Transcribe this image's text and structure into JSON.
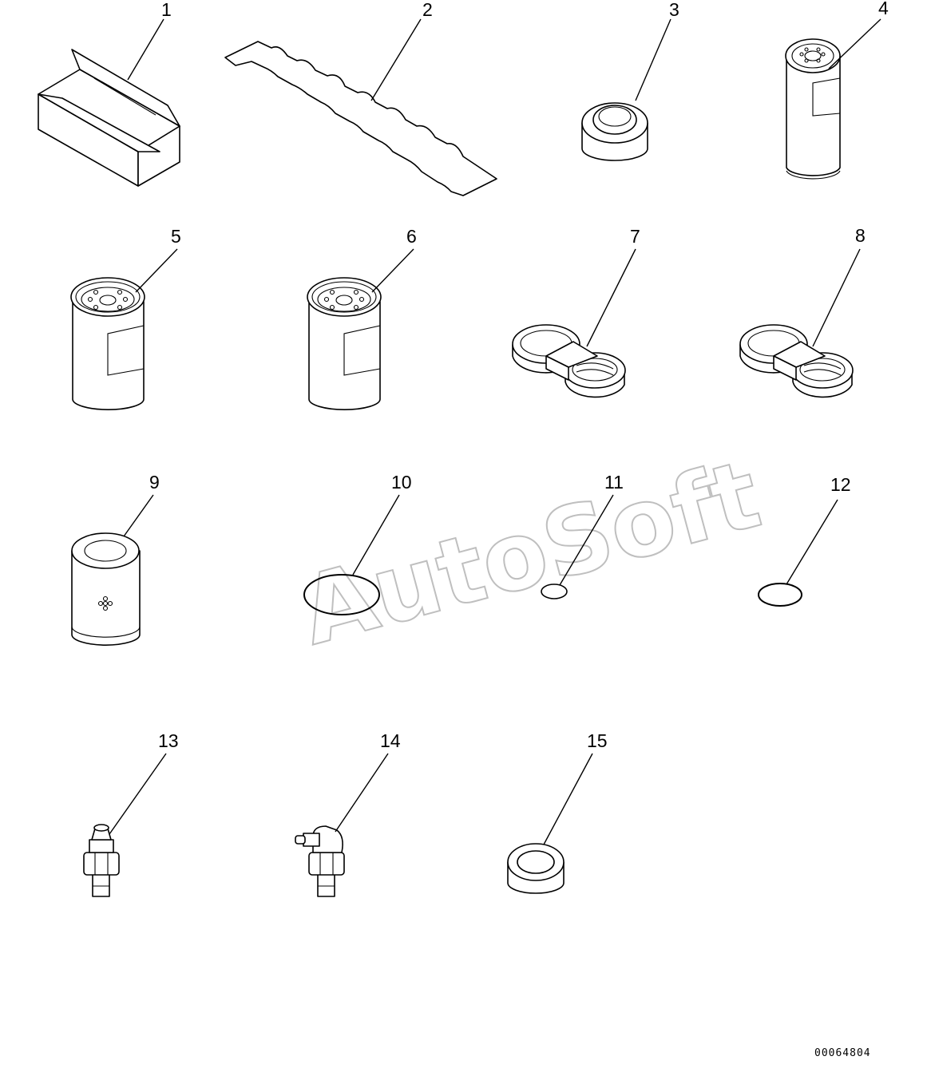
{
  "callouts": [
    {
      "number": "1",
      "part": "box"
    },
    {
      "number": "2",
      "part": "gasket"
    },
    {
      "number": "3",
      "part": "cap"
    },
    {
      "number": "4",
      "part": "long-filter"
    },
    {
      "number": "5",
      "part": "filter"
    },
    {
      "number": "6",
      "part": "filter"
    },
    {
      "number": "7",
      "part": "double-ring-seal"
    },
    {
      "number": "8",
      "part": "double-ring-seal"
    },
    {
      "number": "9",
      "part": "filter-element"
    },
    {
      "number": "10",
      "part": "o-ring"
    },
    {
      "number": "11",
      "part": "o-ring"
    },
    {
      "number": "12",
      "part": "o-ring"
    },
    {
      "number": "13",
      "part": "grease-fitting"
    },
    {
      "number": "14",
      "part": "angled-grease-fitting"
    },
    {
      "number": "15",
      "part": "bushing"
    }
  ],
  "watermark": "AutoSoft",
  "drawing_code": "00064804"
}
